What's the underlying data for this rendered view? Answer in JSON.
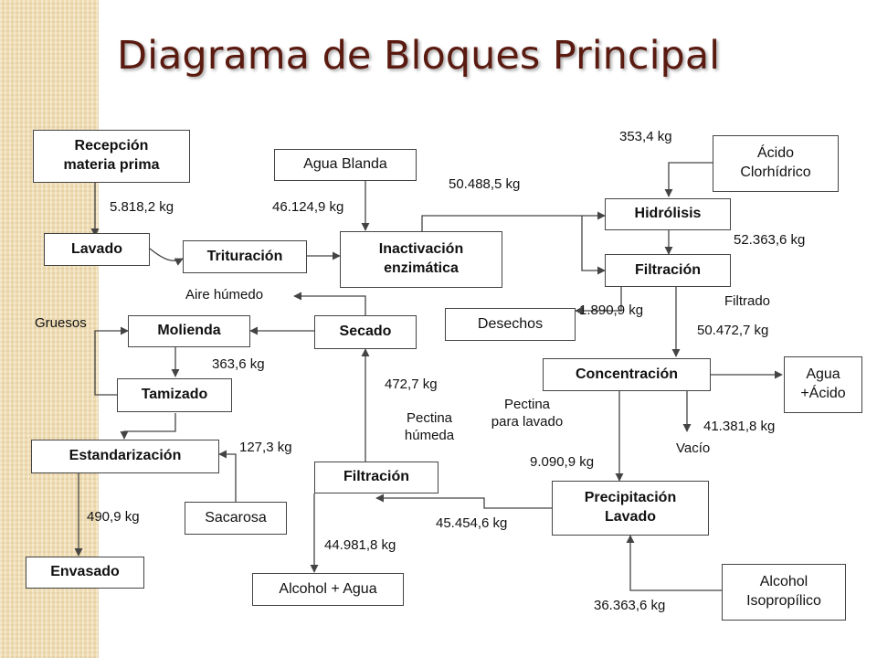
{
  "title": "Diagrama de Bloques Principal",
  "blocks": {
    "recepcion": "Recepción materia prima",
    "lavado": "Lavado",
    "trituracion": "Trituración",
    "agua_blanda": "Agua Blanda",
    "inactivacion": "Inactivación enzimática",
    "hidrolisis": "Hidrólisis",
    "acido": "Ácido Clorhídrico",
    "filtracion_1": "Filtración",
    "desechos": "Desechos",
    "molienda": "Molienda",
    "secado": "Secado",
    "tamizado": "Tamizado",
    "concentracion": "Concentración",
    "agua_acido": "Agua +Ácido",
    "estandarizacion": "Estandarización",
    "filtracion_2": "Filtración",
    "precipitacion": "Precipitación Lavado",
    "sacarosa": "Sacarosa",
    "envasado": "Envasado",
    "alcohol_agua": "Alcohol + Agua",
    "alcohol_isopropilico": "Alcohol Isopropílico"
  },
  "labels": {
    "q_lavado": "5.818,2 kg",
    "q_agua_blanda": "46.124,9 kg",
    "q_inactivacion": "50.488,5 kg",
    "q_acido": "353,4 kg",
    "q_hidrolisis": "52.363,6 kg",
    "q_desechos": "1.890,9 kg",
    "filtrado": "Filtrado",
    "q_filtrado": "50.472,7 kg",
    "aire_humedo": "Aire húmedo",
    "gruesos": "Gruesos",
    "q_molienda": "363,6 kg",
    "q_secado": "472,7 kg",
    "pectina_humeda": "Pectina húmeda",
    "pectina_lavado": "Pectina para lavado",
    "q_pectina_lavado": "9.090,9 kg",
    "vacio": "Vacío",
    "q_agua_acido": "41.381,8 kg",
    "q_sacarosa": "127,3 kg",
    "q_envasado": "490,9 kg",
    "q_precipitacion": "45.454,6 kg",
    "q_alcohol_agua": "44.981,8 kg",
    "q_isopropilico": "36.363,6 kg"
  }
}
